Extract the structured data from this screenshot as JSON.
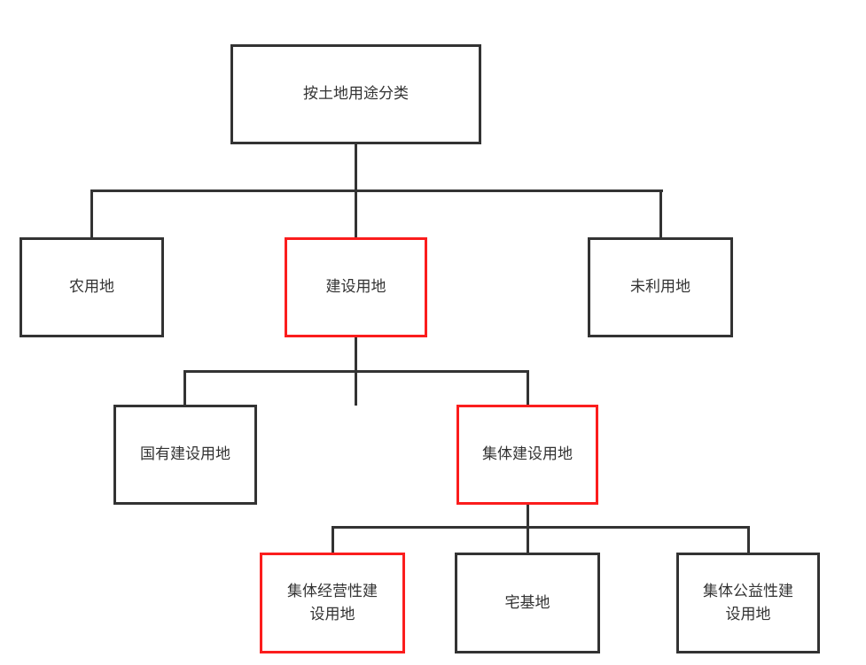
{
  "colors": {
    "background": "#ffffff",
    "node_border": "#333333",
    "highlight_border": "#fb1d1d",
    "connector": "#333333",
    "text": "#333333"
  },
  "diagram": {
    "type": "tree",
    "root_id": "root",
    "edges": [
      [
        "root",
        "agricultural_land"
      ],
      [
        "root",
        "construction_land"
      ],
      [
        "root",
        "unused_land"
      ],
      [
        "construction_land",
        "state_owned_construction_land"
      ],
      [
        "construction_land",
        "collective_construction_land"
      ],
      [
        "collective_construction_land",
        "collective_commercial_construction_land"
      ],
      [
        "collective_construction_land",
        "homestead_land"
      ],
      [
        "collective_construction_land",
        "collective_public_welfare_construction_land"
      ]
    ]
  },
  "nodes": {
    "root": {
      "label": "按土地用途分类",
      "highlighted": false
    },
    "agricultural_land": {
      "label": "农用地",
      "highlighted": false
    },
    "construction_land": {
      "label": "建设用地",
      "highlighted": true
    },
    "unused_land": {
      "label": "未利用地",
      "highlighted": false
    },
    "state_owned_construction_land": {
      "label": "国有建设用地",
      "highlighted": false
    },
    "collective_construction_land": {
      "label": "集体建设用地",
      "highlighted": true
    },
    "collective_commercial_construction_land": {
      "label": "集体经营性建\n设用地",
      "highlighted": true
    },
    "homestead_land": {
      "label": "宅基地",
      "highlighted": false
    },
    "collective_public_welfare_construction_land": {
      "label": "集体公益性建\n设用地",
      "highlighted": false
    }
  }
}
